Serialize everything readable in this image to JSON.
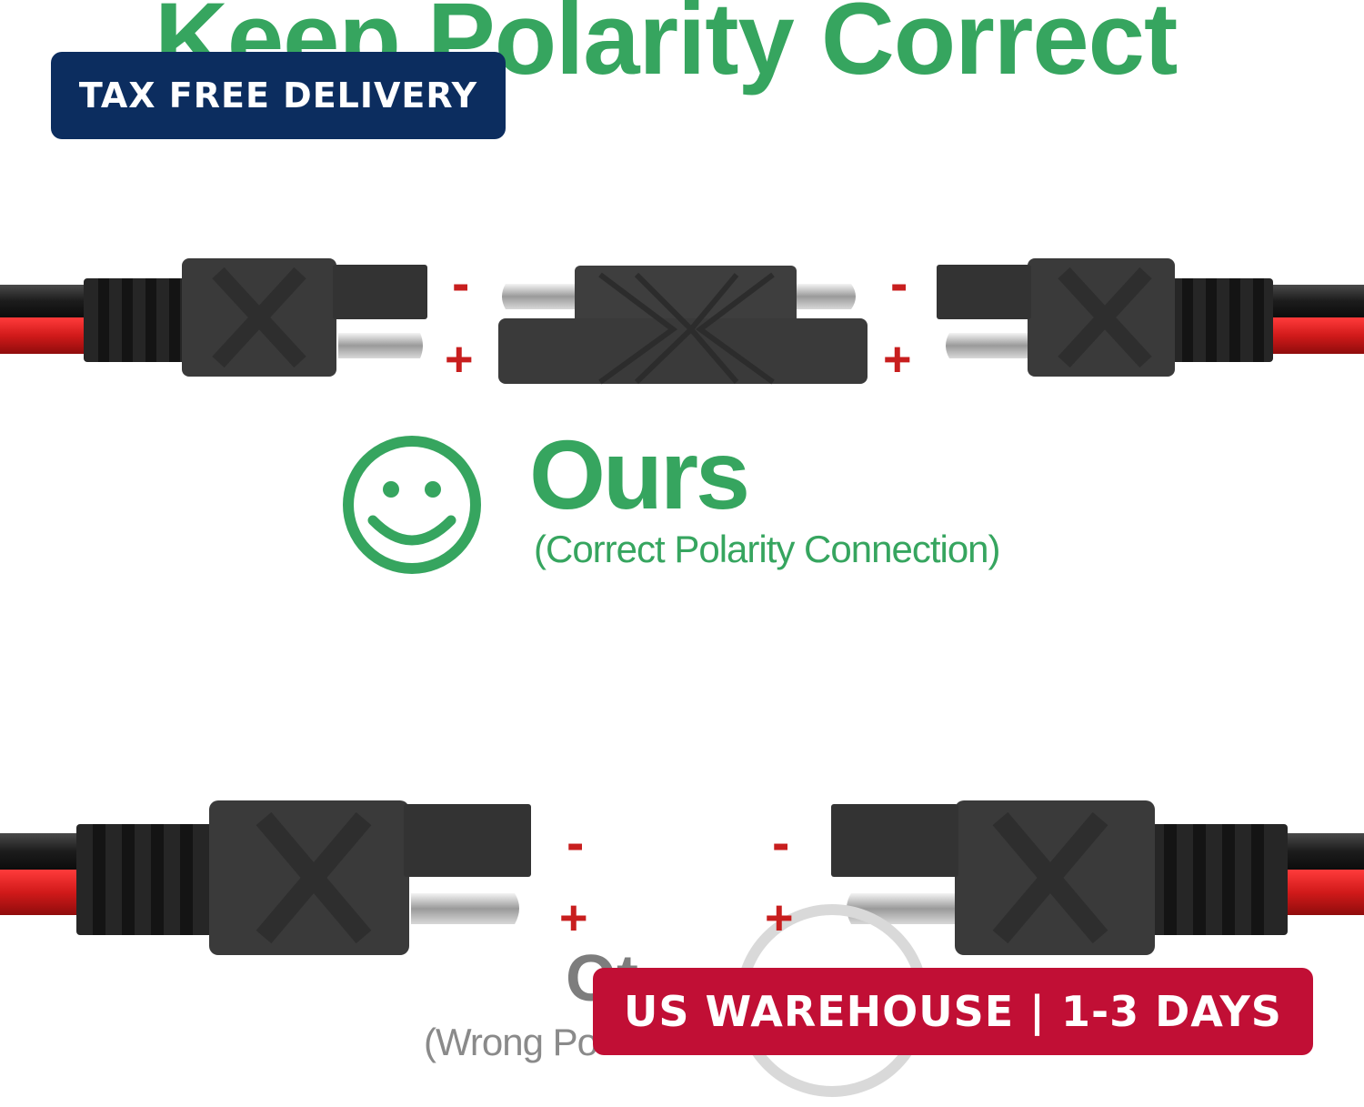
{
  "headline": "Keep Polarity Correct",
  "ours": {
    "title": "Ours",
    "subtitle": "(Correct Polarity Connection)"
  },
  "others": {
    "title": "Ot",
    "subtitle": "(Wrong Po"
  },
  "symbols": {
    "minus": "-",
    "plus": "+"
  },
  "badges": {
    "tax_free": "TAX FREE DELIVERY",
    "warehouse": "US WAREHOUSE | 1-3 DAYS"
  },
  "icons": {
    "ours_status": "smiley-face-icon",
    "others_status": "frowning-face-icon"
  },
  "colors": {
    "headline_green": "#36a55f",
    "cable_red": "#d11a1a",
    "cable_black": "#1c1c1c",
    "connector_body": "#3a3a3a",
    "polarity_mark": "#c81e1e",
    "tax_badge": "#0c2d5f",
    "warehouse_badge": "#c10f35",
    "others_gray": "#8a8a8a"
  }
}
